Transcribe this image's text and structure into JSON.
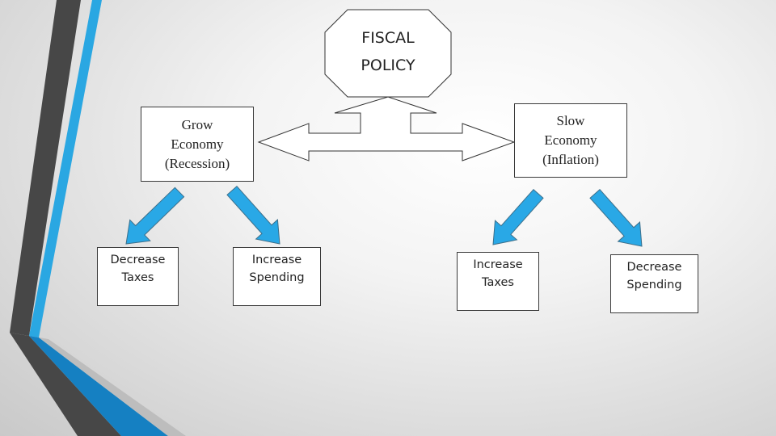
{
  "title": {
    "line1": "FISCAL",
    "line2": "POLICY"
  },
  "left_branch": {
    "label_lines": [
      "Grow",
      "Economy",
      "(Recession)"
    ],
    "options": [
      {
        "lines": [
          "Decrease",
          "Taxes"
        ]
      },
      {
        "lines": [
          "Increase",
          "Spending"
        ]
      }
    ]
  },
  "right_branch": {
    "label_lines": [
      "Slow",
      "Economy",
      "(Inflation)"
    ],
    "options": [
      {
        "lines": [
          "Increase",
          "Taxes"
        ]
      },
      {
        "lines": [
          "Decrease",
          "Spending"
        ]
      }
    ]
  },
  "colors": {
    "arrow_fill": "#29a8e6",
    "arrow_stroke": "#3d6f8a",
    "stripe_dark": "#474747",
    "stripe_blue": "#2aa7e2",
    "stripe_deep_blue": "#1580c2",
    "box_border": "#3a3a3a"
  }
}
